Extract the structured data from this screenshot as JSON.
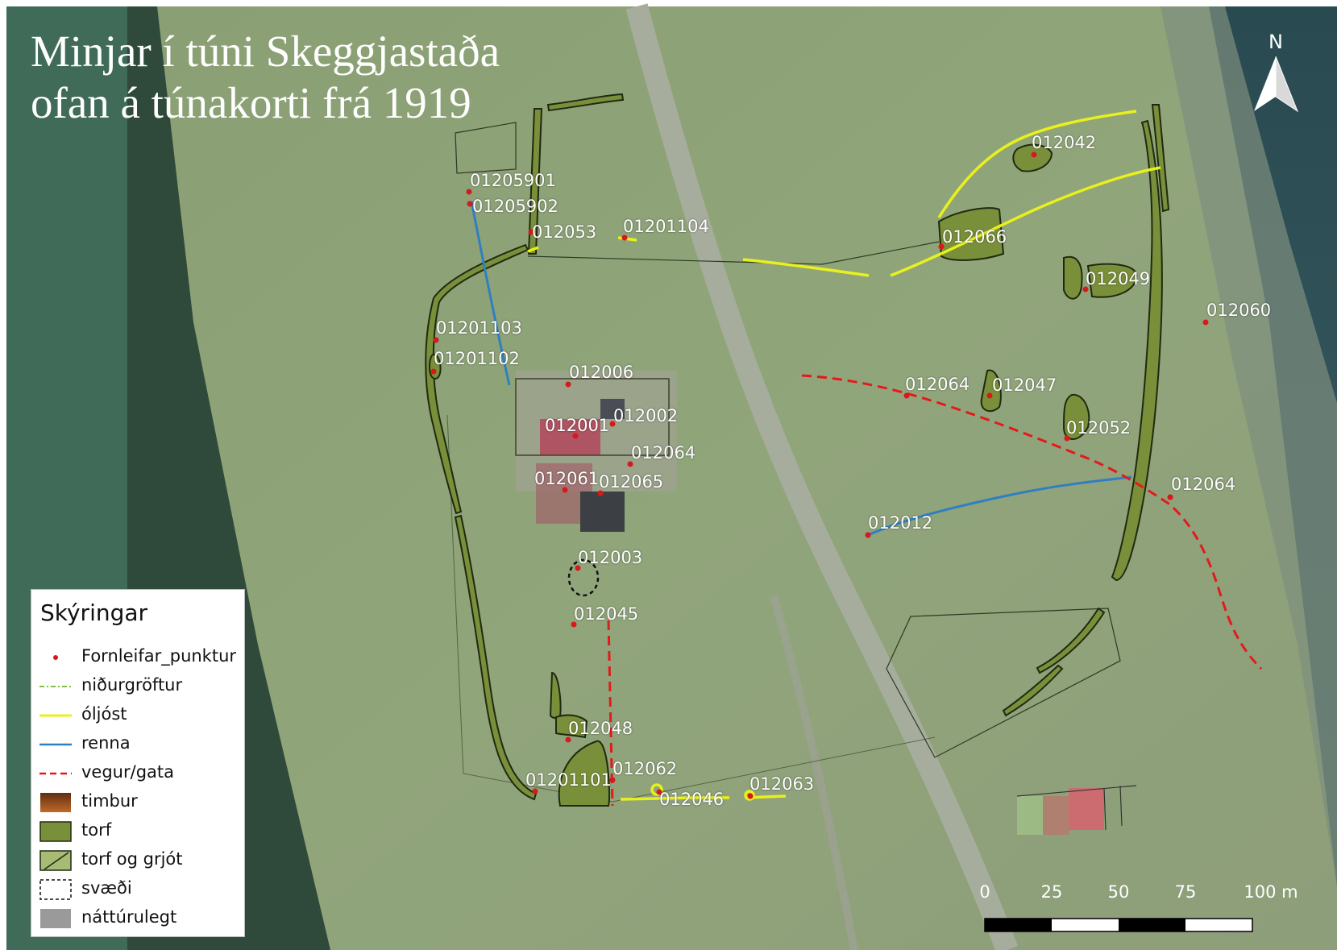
{
  "title": [
    "Minjar í túni Skeggjastaða",
    "ofan á túnakorti frá 1919"
  ],
  "north_label": "N",
  "colors": {
    "point": "#d7191c",
    "nidurgroftur": "#7fc241",
    "oljost": "#e8f01e",
    "renna": "#2f7fc1",
    "vegur": "#e31a1c",
    "timbur": "#8a4a1f",
    "torf": "#7a8f3a",
    "torf_og_grjot": "#a7bb74",
    "naturulegt": "#9a9a9a"
  },
  "labels": [
    {
      "id": "01205901",
      "text": "01205901"
    },
    {
      "id": "01205902",
      "text": "01205902"
    },
    {
      "id": "012053",
      "text": "012053"
    },
    {
      "id": "01201104",
      "text": "01201104"
    },
    {
      "id": "012042",
      "text": "012042"
    },
    {
      "id": "012066",
      "text": "012066"
    },
    {
      "id": "012049",
      "text": "012049"
    },
    {
      "id": "012060",
      "text": "012060"
    },
    {
      "id": "01201103",
      "text": "01201103"
    },
    {
      "id": "01201102",
      "text": "01201102"
    },
    {
      "id": "012006",
      "text": "012006"
    },
    {
      "id": "012064a",
      "text": "012064"
    },
    {
      "id": "012047",
      "text": "012047"
    },
    {
      "id": "012001",
      "text": "012001"
    },
    {
      "id": "012002",
      "text": "012002"
    },
    {
      "id": "012052",
      "text": "012052"
    },
    {
      "id": "012064b",
      "text": "012064"
    },
    {
      "id": "012061",
      "text": "012061"
    },
    {
      "id": "012065",
      "text": "012065"
    },
    {
      "id": "012064c",
      "text": "012064"
    },
    {
      "id": "012012",
      "text": "012012"
    },
    {
      "id": "012003",
      "text": "012003"
    },
    {
      "id": "012045",
      "text": "012045"
    },
    {
      "id": "012048",
      "text": "012048"
    },
    {
      "id": "012062",
      "text": "012062"
    },
    {
      "id": "01201101",
      "text": "01201101"
    },
    {
      "id": "012046",
      "text": "012046"
    },
    {
      "id": "012063",
      "text": "012063"
    }
  ],
  "legend": {
    "title": "Skýringar",
    "items": [
      {
        "key": "point",
        "label": "Fornleifar_punktur"
      },
      {
        "key": "nidurgroftur",
        "label": "niðurgröftur"
      },
      {
        "key": "oljost",
        "label": "óljóst"
      },
      {
        "key": "renna",
        "label": "renna"
      },
      {
        "key": "vegur",
        "label": "vegur/gata"
      },
      {
        "key": "timbur",
        "label": "timbur"
      },
      {
        "key": "torf",
        "label": "torf"
      },
      {
        "key": "torf_og_grjot",
        "label": "torf og grjót"
      },
      {
        "key": "svaedi",
        "label": "svæði"
      },
      {
        "key": "naturulegt",
        "label": "náttúrulegt"
      }
    ]
  },
  "scale": {
    "ticks": [
      "0",
      "25",
      "50",
      "75",
      "100 m"
    ]
  }
}
